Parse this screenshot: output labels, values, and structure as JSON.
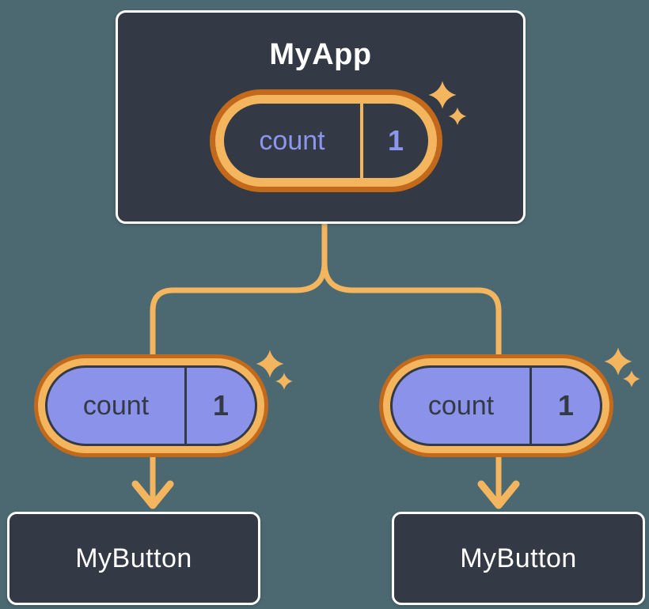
{
  "colors": {
    "background": "#4C6972",
    "node_fill": "#333A45",
    "node_border": "#FFFFFF",
    "node_text": "#FFFFFF",
    "orange_dark": "#C2691B",
    "orange_light": "#F4B55F",
    "purple_fill": "#8A92E9",
    "purple_text": "#8C96EC",
    "dark_text": "#333A45"
  },
  "diagram": {
    "root": {
      "title": "MyApp",
      "state_pill": {
        "label": "count",
        "value": "1"
      }
    },
    "children": [
      {
        "title": "MyButton",
        "prop_pill": {
          "label": "count",
          "value": "1"
        }
      },
      {
        "title": "MyButton",
        "prop_pill": {
          "label": "count",
          "value": "1"
        }
      }
    ]
  }
}
